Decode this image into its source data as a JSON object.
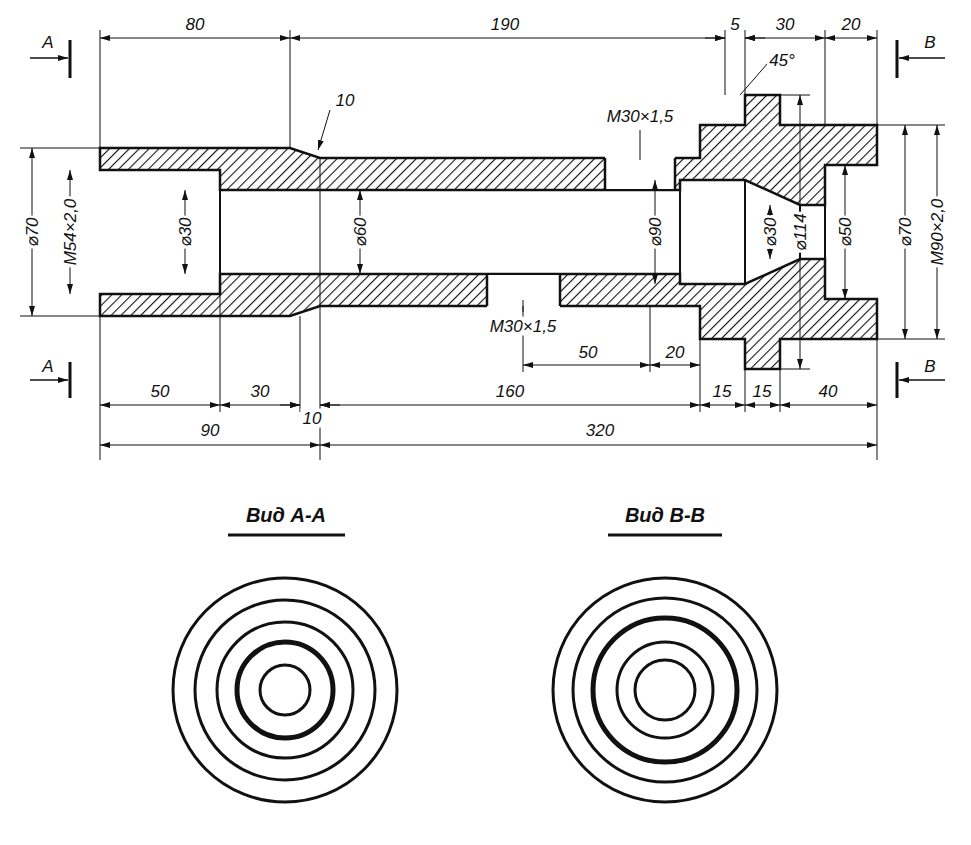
{
  "diagram": {
    "labels": [
      "А",
      "80",
      "190",
      "5",
      "30",
      "20",
      "В",
      "10",
      "45°",
      "М30×1,5",
      "⌀70",
      "М54×2,0",
      "⌀30",
      "⌀60",
      "⌀90",
      "⌀30",
      "⌀114",
      "⌀50",
      "⌀70",
      "М90×2,0",
      "М30×1,5",
      "50",
      "20",
      "А",
      "50",
      "30",
      "10",
      "160",
      "15",
      "15",
      "40",
      "В",
      "90",
      "320",
      "Вид А-А",
      "Вид В-В"
    ]
  }
}
